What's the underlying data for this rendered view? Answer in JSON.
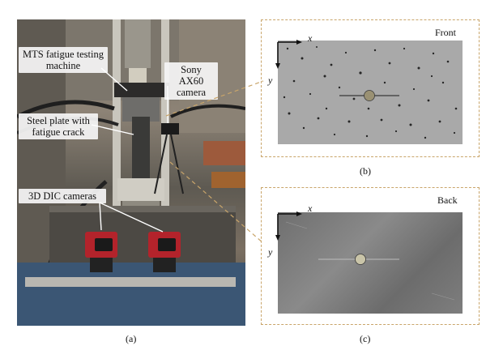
{
  "panel_a": {
    "label": "(a)",
    "callouts": {
      "mts": "MTS fatigue testing machine",
      "sony": "Sony AX60 camera",
      "steel": "Steel plate with fatigue crack",
      "dic": "3D DIC cameras"
    }
  },
  "panel_b": {
    "label": "(b)",
    "title": "Front",
    "axis_x": "x",
    "axis_y": "y"
  },
  "panel_c": {
    "label": "(c)",
    "title": "Back",
    "axis_x": "x",
    "axis_y": "y"
  },
  "colors": {
    "frame_dash": "#c9a56a",
    "leader_line": "#c9a56a",
    "camera_red": "#b3232b"
  }
}
